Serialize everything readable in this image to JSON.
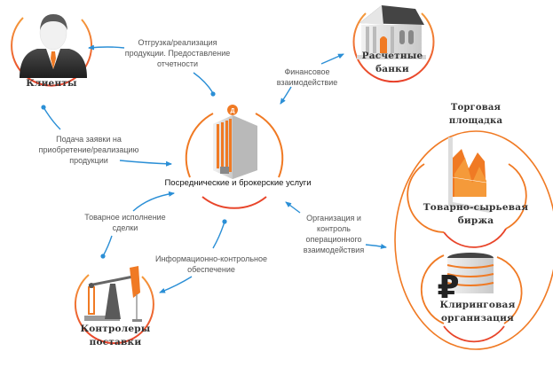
{
  "colors": {
    "ring_orange": "#f07a24",
    "ring_red": "#e8452a",
    "arrow_blue": "#2b8fd6",
    "label_gray": "#555555",
    "title_dark": "#333333"
  },
  "nodes": {
    "clients": {
      "title": "Клиенты",
      "icon": "businessman-icon"
    },
    "banks": {
      "title_line1": "Расчетные",
      "title_line2": "банки",
      "icon": "bank-building-icon"
    },
    "center": {
      "title": "Посреднические и брокерские услуги",
      "icon": "office-tower-icon"
    },
    "controllers": {
      "title_line1": "Контролеры",
      "title_line2": "поставки",
      "icon": "oil-pump-jack-icon"
    },
    "trading_platform": {
      "title_line1": "Торговая",
      "title_line2": "площадка",
      "exchange": {
        "title_line1": "Товарно-сырьевая",
        "title_line2": "биржа",
        "icon": "area-chart-icon"
      },
      "clearing": {
        "title_line1": "Клиринговая",
        "title_line2": "организация",
        "icon": "ruble-server-icon"
      }
    }
  },
  "flows": {
    "shipment": {
      "line1": "Отгрузка/реализация",
      "line2": "продукции. Предоставление",
      "line3": "отчетности"
    },
    "financial": {
      "line1": "Финансовое",
      "line2": "взаимодействие"
    },
    "application": {
      "line1": "Подача заявки на",
      "line2": "приобретение/реализацию",
      "line3": "продукции"
    },
    "execution": {
      "line1": "Товарное исполнение",
      "line2": "сделки"
    },
    "info_control": {
      "line1": "Информационно-контрольное",
      "line2": "обеспечение"
    },
    "organization": {
      "line1": "Организация и",
      "line2": "контроль",
      "line3": "операционного",
      "line4": "взаимодействия"
    }
  }
}
